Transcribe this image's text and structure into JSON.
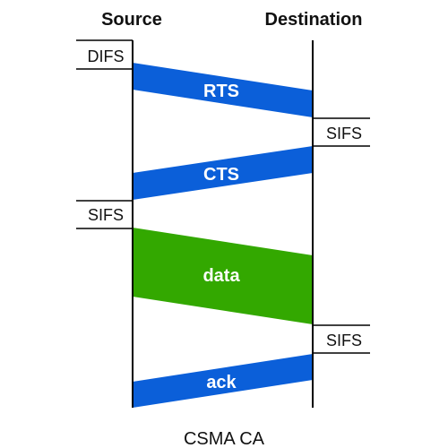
{
  "headers": {
    "source": "Source",
    "destination": "Destination"
  },
  "intervals": {
    "difs": "DIFS",
    "sifs_1": "SIFS",
    "sifs_2": "SIFS",
    "sifs_3": "SIFS"
  },
  "frames": {
    "rts": "RTS",
    "cts": "CTS",
    "data": "data",
    "ack": "ack"
  },
  "caption": "CSMA CA",
  "colors": {
    "control_frame": "#0b5fd9",
    "data_frame": "#33a800",
    "line": "#000000",
    "text": "#111111"
  }
}
